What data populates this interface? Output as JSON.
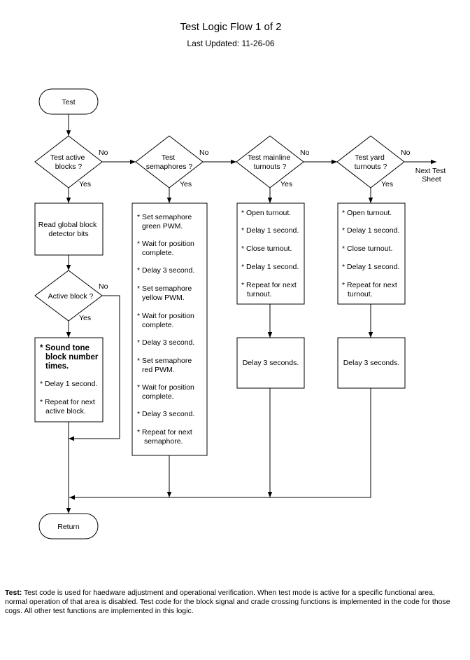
{
  "title": "Test Logic Flow 1 of 2",
  "subtitle": "Last Updated: 11-26-06",
  "start_label": "Test",
  "end_label": "Return",
  "yes_label": "Yes",
  "no_label": "No",
  "next_sheet": [
    "Next Test",
    "Sheet"
  ],
  "decisions": {
    "blocks": [
      "Test active",
      "blocks ?"
    ],
    "semaphores": [
      "Test",
      "semaphores ?"
    ],
    "mainline": [
      "Test  mainline",
      "turnouts ?"
    ],
    "yard": [
      "Test  yard",
      "turnouts ?"
    ],
    "active_block": [
      "Active block ?"
    ]
  },
  "process": {
    "read_bits": [
      "Read global block",
      "detector bits"
    ],
    "sound": [
      "* Sound tone",
      "block number",
      "times.",
      "* Delay 1 second.",
      "* Repeat for next",
      "active block."
    ],
    "semaphore": [
      "* Set semaphore",
      "green PWM.",
      "* Wait for position",
      "complete.",
      "* Delay 3 second.",
      "* Set semaphore",
      "yellow PWM.",
      "* Wait for position",
      "complete.",
      "* Delay 3 second.",
      "* Set semaphore",
      "red PWM.",
      "* Wait for position",
      "complete.",
      "* Delay 3 second.",
      "* Repeat for next",
      "semaphore."
    ],
    "mainline": [
      "* Open turnout.",
      "* Delay 1 second.",
      "* Close turnout.",
      "* Delay 1 second.",
      "* Repeat for next",
      "turnout."
    ],
    "yard": [
      "* Open turnout.",
      "* Delay 1 second.",
      "* Close turnout.",
      "* Delay 1 second.",
      "* Repeat for next",
      "turnout."
    ],
    "mainline_delay": "Delay 3 seconds.",
    "yard_delay": "Delay 3 seconds."
  },
  "footer": {
    "label": "Test:",
    "text": "  Test code is used for haedware adjustment and operational verification.  When test mode is active for a specific functional area, normal operation of that area is disabled. Test code for the block signal and crade crossing functions is implemented in the code for those cogs. All other test functions are implemented in this logic."
  }
}
